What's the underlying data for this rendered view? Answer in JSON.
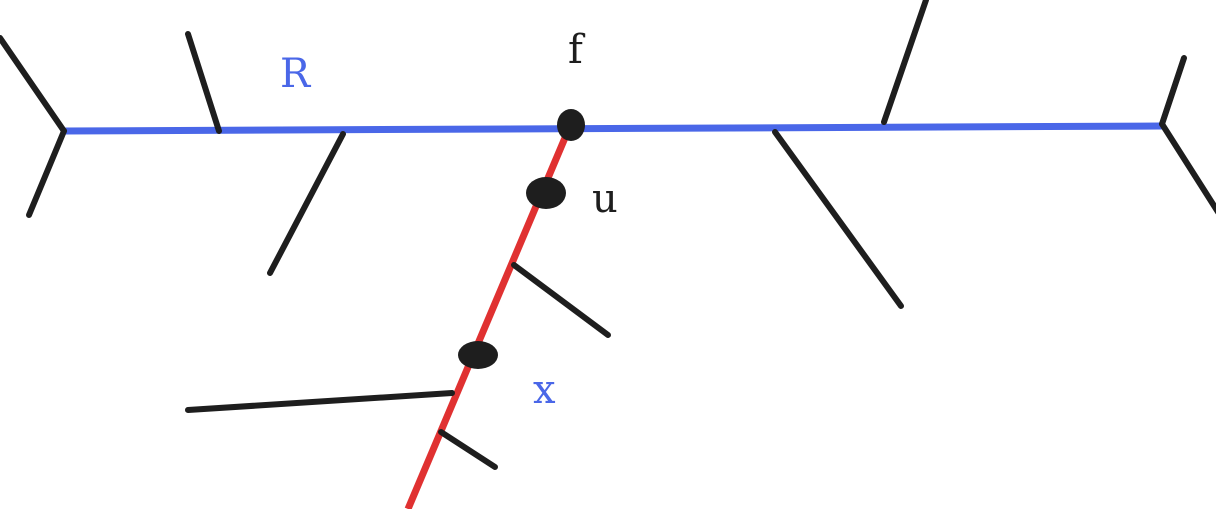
{
  "labels": {
    "R": "R",
    "f": "f",
    "u": "u",
    "x": "x"
  },
  "colors": {
    "blue": "#4a67e8",
    "red": "#e03131",
    "black": "#1e1e1e"
  }
}
